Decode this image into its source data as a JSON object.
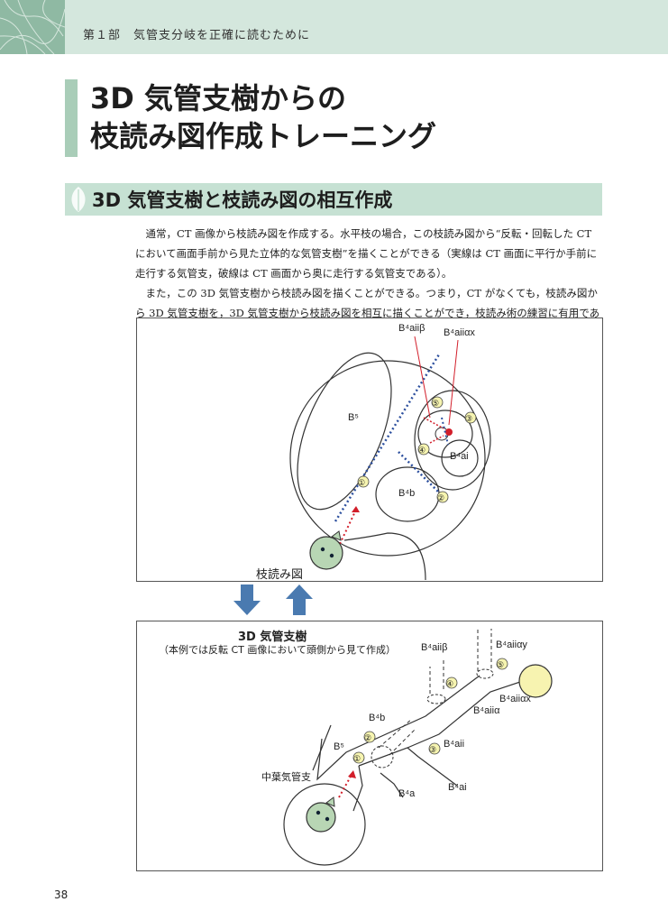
{
  "header": {
    "chapter_text": "第１部　気管支分岐を正確に読むために"
  },
  "title": {
    "line1": "3D 気管支樹からの",
    "line2": "枝読み図作成トレーニング"
  },
  "section": {
    "title": "3D 気管支樹と枝読み図の相互作成"
  },
  "body": {
    "p1": "通常，CT 画像から枝読み図を作成する。水平枝の場合，この枝読み図から“反転・回転した CT において画面手前から見た立体的な気管支樹”を描くことができる（実線は CT 画面に平行か手前に走行する気管支，破線は CT 画面から奥に走行する気管支である）。",
    "p2": "また，この 3D 気管支樹から枝読み図を描くことができる。つまり，CT がなくても，枝読み図から 3D 気管支樹を，3D 気管支樹から枝読み図を相互に描くことができ，枝読み術の練習に有用である。"
  },
  "figure1": {
    "label_b4aiib": "B⁴aiiβ",
    "label_b4aiiax": "B⁴aiiαx",
    "label_b5": "B⁵",
    "label_b4ai": "B⁴ai",
    "label_b4b": "B⁴b",
    "num1": "①",
    "num2": "②",
    "num3": "③",
    "num4": "④",
    "num5": "⑤"
  },
  "between": {
    "edaba_label": "枝読み図"
  },
  "figure2": {
    "title": "3D 気管支樹",
    "subtitle": "（本例では反転 CT 画像において頭側から見て作成）",
    "label_b4aiib": "B⁴aiiβ",
    "label_b4aiiay": "B⁴aiiαy",
    "label_b4aiiax": "B⁴aiiαx",
    "label_b4aiia": "B⁴aiiα",
    "label_b4b": "B⁴b",
    "label_b5": "B⁵",
    "label_b4aii": "B⁴aii",
    "label_middle": "中葉気管支",
    "label_b4ai": "B⁴ai",
    "label_b4a": "B⁴a",
    "num1": "①",
    "num2": "②",
    "num3": "③",
    "num4": "④",
    "num5": "⑤"
  },
  "page_number": "38",
  "colors": {
    "header_band": "#d4e7dd",
    "section_band": "#c6e1d3",
    "accent_bar": "#a9cdb8",
    "arrow_blue": "#4a7ab0",
    "dotted_blue": "#2c4f9e",
    "dotted_red": "#d21e2a",
    "badge_yellow": "#f6f4b0",
    "eye_green": "#b8d6b4",
    "ball_yellow": "#f7f3b0"
  }
}
